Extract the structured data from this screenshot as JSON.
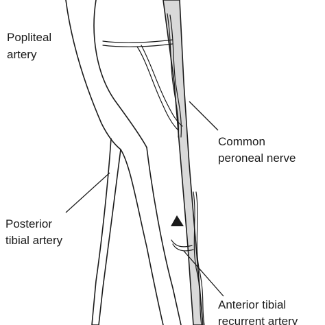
{
  "labels": {
    "popliteal_line1": "Popliteal",
    "popliteal_line2": "artery",
    "nerve_line1": "Common",
    "nerve_line2": "peroneal nerve",
    "posterior_line1": "Posterior",
    "posterior_line2": "tibial artery",
    "anterior_line1": "Anterior tibial",
    "anterior_line2": "recurrent artery"
  },
  "colors": {
    "nerve_fill": "#d9d9d9",
    "line": "#1a1a1a",
    "background": "#ffffff"
  },
  "marker": {
    "shape": "triangle"
  }
}
